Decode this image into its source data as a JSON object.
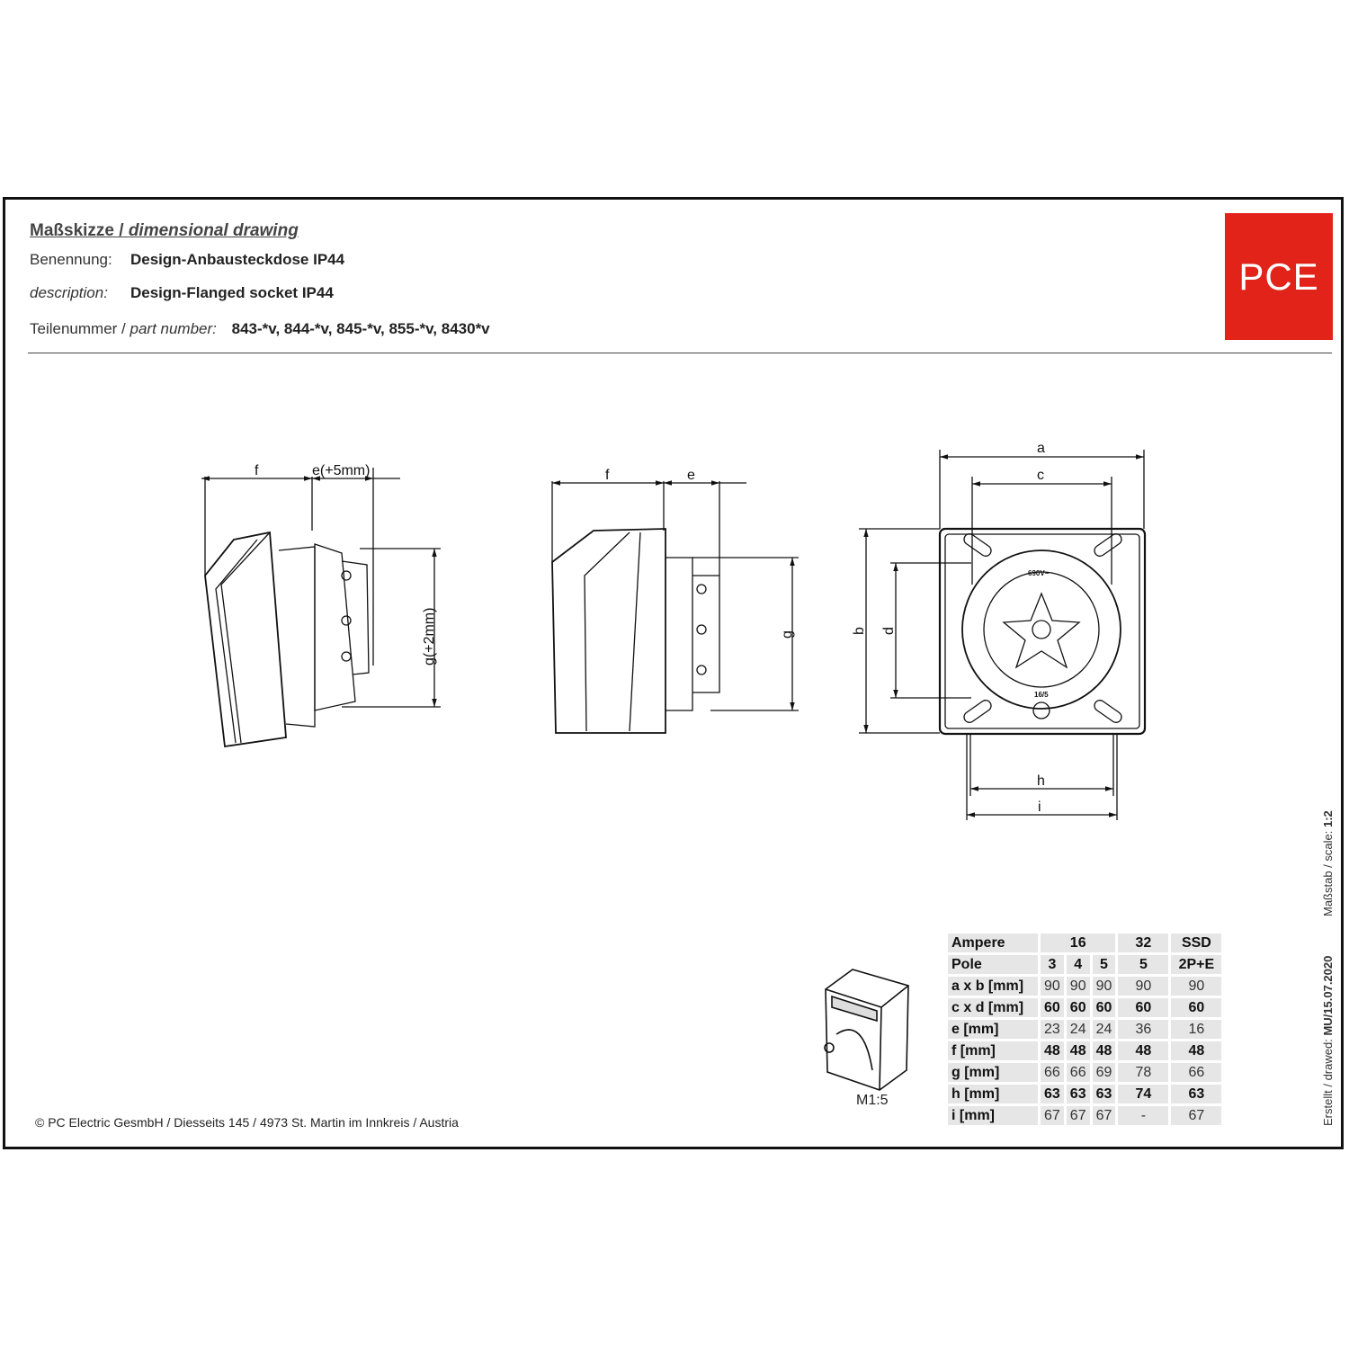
{
  "header": {
    "title_de": "Maßskizze /",
    "title_en": "dimensional drawing",
    "name_label": "Benennung:",
    "name_value": "Design-Anbausteckdose IP44",
    "desc_label": "description:",
    "desc_value": "Design-Flanged socket IP44",
    "part_label_de": "Teilenummer /",
    "part_label_en": "part number:",
    "part_value": "843-*v, 844-*v, 845-*v, 855-*v, 8430*v"
  },
  "logo": {
    "text": "PCE",
    "color": "#e2231a"
  },
  "drawing": {
    "view1": {
      "f": "f",
      "e": "e(+5mm)",
      "g": "g(+2mm)"
    },
    "view2": {
      "f": "f",
      "e": "e",
      "g": "g"
    },
    "view3": {
      "a": "a",
      "b": "b",
      "c": "c",
      "d": "d",
      "h": "h",
      "i": "i",
      "voltage": "690V~",
      "rating": "16/5"
    },
    "iso_scale": "M1:5"
  },
  "table": {
    "ampere_label": "Ampere",
    "ampere_16": "16",
    "ampere_32": "32",
    "ampere_ssd": "SSD",
    "rows": [
      {
        "label": "Pole",
        "values": [
          "3",
          "4",
          "5",
          "5",
          "2P+E"
        ],
        "bold": true
      },
      {
        "label": "a x b [mm]",
        "values": [
          "90",
          "90",
          "90",
          "90",
          "90"
        ],
        "bold": false
      },
      {
        "label": "c x d [mm]",
        "values": [
          "60",
          "60",
          "60",
          "60",
          "60"
        ],
        "bold": true
      },
      {
        "label": "e [mm]",
        "values": [
          "23",
          "24",
          "24",
          "36",
          "16"
        ],
        "bold": false
      },
      {
        "label": "f [mm]",
        "values": [
          "48",
          "48",
          "48",
          "48",
          "48"
        ],
        "bold": true
      },
      {
        "label": "g [mm]",
        "values": [
          "66",
          "66",
          "69",
          "78",
          "66"
        ],
        "bold": false
      },
      {
        "label": "h [mm]",
        "values": [
          "63",
          "63",
          "63",
          "74",
          "63"
        ],
        "bold": true
      },
      {
        "label": "i [mm]",
        "values": [
          "67",
          "67",
          "67",
          "-",
          "67"
        ],
        "bold": false
      }
    ]
  },
  "side_text": {
    "scale_prefix": "Maßstab / scale:",
    "scale_value": "1:2",
    "created_prefix": "Erstellt / drawed:",
    "created_value": "MU/15.07.2020"
  },
  "footer": "© PC Electric GesmbH / Diesseits 145 / 4973 St. Martin im Innkreis / Austria"
}
